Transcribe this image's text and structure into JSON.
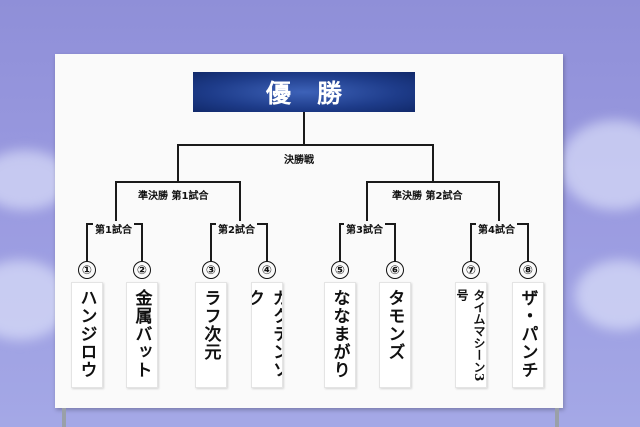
{
  "title": "優勝",
  "final_label": "決勝戦",
  "semifinals": [
    {
      "label": "準決勝 第1試合"
    },
    {
      "label": "準決勝 第2試合"
    }
  ],
  "matches": [
    {
      "label": "第1試合"
    },
    {
      "label": "第2試合"
    },
    {
      "label": "第3試合"
    },
    {
      "label": "第4試合"
    }
  ],
  "entrants": [
    {
      "number": "①",
      "name": "ハンジロウ"
    },
    {
      "number": "②",
      "name": "金属バット"
    },
    {
      "number": "③",
      "name": "ラフ次元"
    },
    {
      "number": "④",
      "name": "ガクテンソク"
    },
    {
      "number": "⑤",
      "name": "ななまがり"
    },
    {
      "number": "⑥",
      "name": "タモンズ"
    },
    {
      "number": "⑦",
      "name": "タイムマシーン3号"
    },
    {
      "number": "⑧",
      "name": "ザ・パンチ"
    }
  ]
}
